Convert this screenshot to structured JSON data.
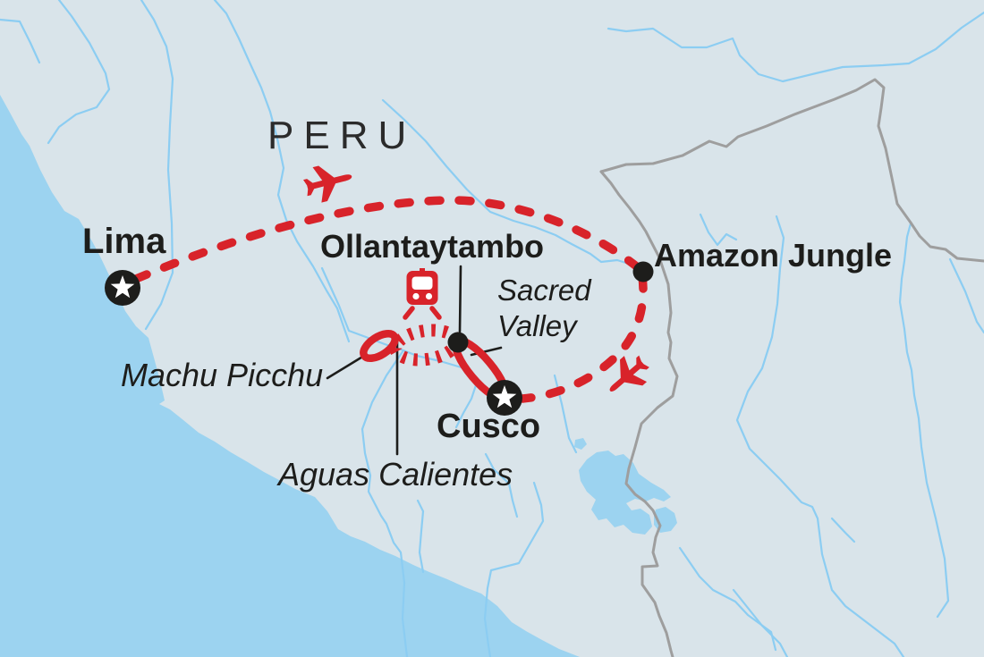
{
  "map_title": {
    "country": "PERU"
  },
  "locations": {
    "lima": {
      "label": "Lima",
      "marker": "star"
    },
    "ollantaytambo": {
      "label": "Ollantaytambo",
      "marker": "dot"
    },
    "amazon_jungle": {
      "label": "Amazon Jungle",
      "marker": "dot"
    },
    "cusco": {
      "label": "Cusco",
      "marker": "star"
    },
    "machu_picchu": {
      "label": "Machu Picchu",
      "marker": "red-loop"
    },
    "sacred_valley": {
      "label_line1": "Sacred",
      "label_line2": "Valley"
    },
    "aguas_calientes": {
      "label": "Aguas Calientes"
    }
  },
  "routes": [
    {
      "from": "Lima",
      "to": "Amazon Jungle",
      "mode": "flight",
      "style": "red-dashed"
    },
    {
      "from": "Amazon Jungle",
      "to": "Cusco",
      "mode": "flight",
      "style": "red-dashed"
    },
    {
      "from": "Cusco",
      "to": "Ollantaytambo",
      "mode": "overland",
      "style": "red-solid-loop"
    },
    {
      "from": "Ollantaytambo",
      "to": "Machu Picchu",
      "mode": "train",
      "style": "railway-tick-loop"
    }
  ],
  "icons": [
    "plane-icon",
    "train-icon",
    "star-marker",
    "dot-marker"
  ],
  "colors": {
    "route_red": "#d8232a",
    "ocean": "#9cd3f0",
    "land": "#d9e4ea",
    "river": "#8ccdf2",
    "border": "#9e9e9e",
    "text_black": "#1d1d1b"
  }
}
